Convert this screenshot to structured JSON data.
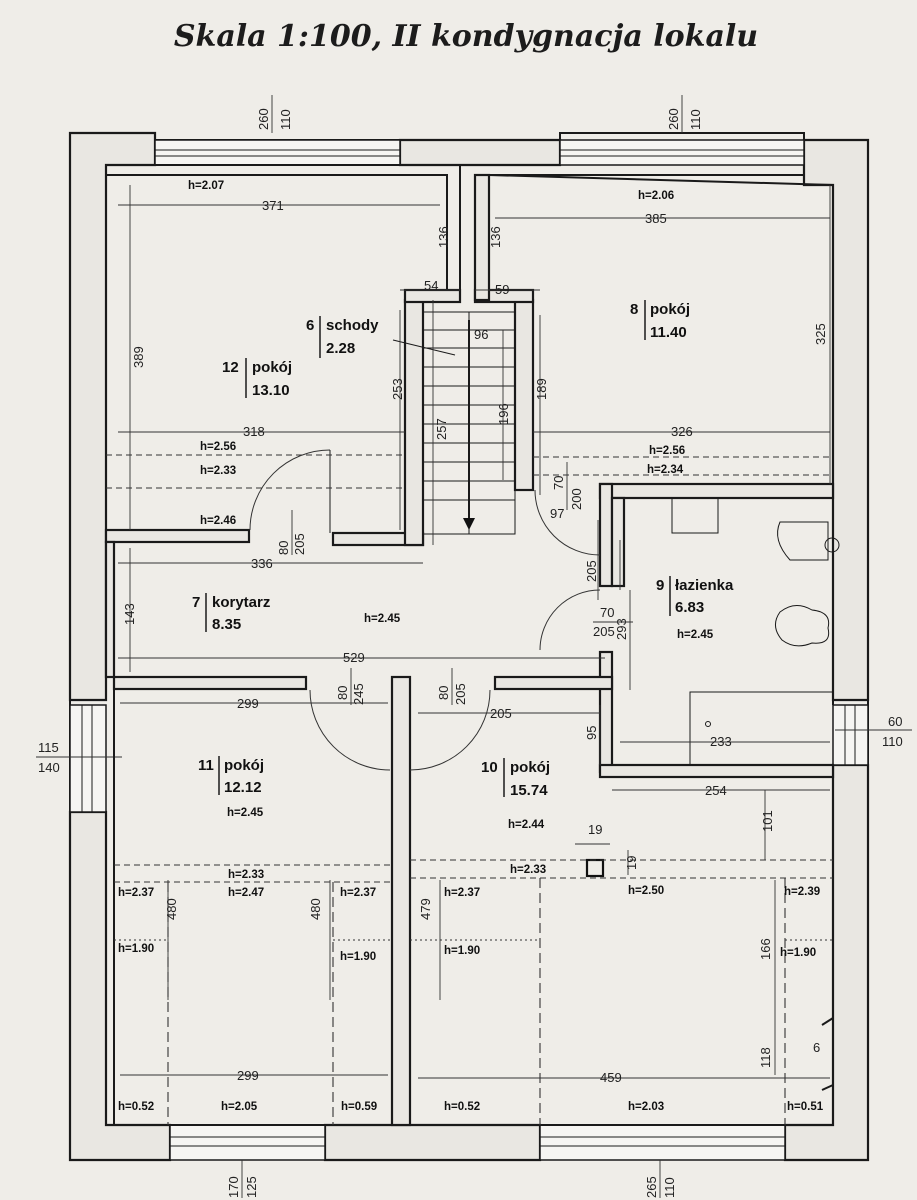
{
  "title": "Skala 1:100, II kondygnacja lokalu",
  "windows": {
    "top_left": {
      "w": "260",
      "h": "110"
    },
    "top_right": {
      "w": "260",
      "h": "110"
    },
    "left": {
      "w": "115",
      "h": "140"
    },
    "right": {
      "w": "60",
      "h": "110"
    },
    "bottom_left": {
      "w": "170",
      "h": "125"
    },
    "bottom_right": {
      "w": "265",
      "h": "110"
    }
  },
  "rooms": [
    {
      "num": "12",
      "name": "pokój",
      "area": "13.10"
    },
    {
      "num": "6",
      "name": "schody",
      "area": "2.28"
    },
    {
      "num": "8",
      "name": "pokój",
      "area": "11.40"
    },
    {
      "num": "7",
      "name": "korytarz",
      "area": "8.35"
    },
    {
      "num": "9",
      "name": "łazienka",
      "area": "6.83"
    },
    {
      "num": "11",
      "name": "pokój",
      "area": "12.12"
    },
    {
      "num": "10",
      "name": "pokój",
      "area": "15.74"
    }
  ],
  "heights": {
    "r12_top": "h=2.07",
    "r8_top": "h=2.06",
    "r12_a": "h=2.56",
    "r12_b": "h=2.33",
    "r12_c": "h=2.46",
    "r8_a": "h=2.56",
    "r8_b": "h=2.34",
    "corridor": "h=2.45",
    "bath": "h=2.45",
    "r11": "h=2.45",
    "r10": "h=2.44",
    "r11_b": "h=2.33",
    "r11_c": "h=2.47",
    "r11_l": "h=2.37",
    "r11_r": "h=2.37",
    "r11_l190": "h=1.90",
    "r11_r190": "h=1.90",
    "r10_b": "h=2.33",
    "r10_c": "h=2.50",
    "r10_l": "h=2.37",
    "r10_r": "h=2.39",
    "r10_l190": "h=1.90",
    "r10_r190": "h=1.90",
    "b_052a": "h=0.52",
    "b_205": "h=2.05",
    "b_059": "h=0.59",
    "b_052b": "h=0.52",
    "b_203": "h=2.03",
    "b_051": "h=0.51"
  },
  "dims": {
    "d371": "371",
    "d385": "385",
    "d136a": "136",
    "d136b": "136",
    "d54": "54",
    "d59": "59",
    "d96": "96",
    "d389": "389",
    "d253": "253",
    "d257": "257",
    "d196": "196",
    "d189": "189",
    "d325": "325",
    "d318": "318",
    "d326": "326",
    "d97": "97",
    "d336": "336",
    "d143": "143",
    "d529": "529",
    "d299a": "299",
    "d205": "205",
    "d95": "95",
    "d233": "233",
    "d254": "254",
    "d101": "101",
    "d19a": "19",
    "d19b": "19",
    "d480a": "480",
    "d480b": "480",
    "d479": "479",
    "d166": "166",
    "d118": "118",
    "d6": "6",
    "d299b": "299",
    "d459": "459",
    "d293": "293",
    "d205b": "205"
  },
  "doors": {
    "door12": {
      "w": "80",
      "h": "205"
    },
    "door8": {
      "w": "70",
      "h": "200"
    },
    "door9": {
      "w": "70",
      "h": "205"
    },
    "door11": {
      "w": "80",
      "h": "245"
    },
    "door10": {
      "w": "80",
      "h": "205"
    }
  },
  "stair_dims_note": ""
}
